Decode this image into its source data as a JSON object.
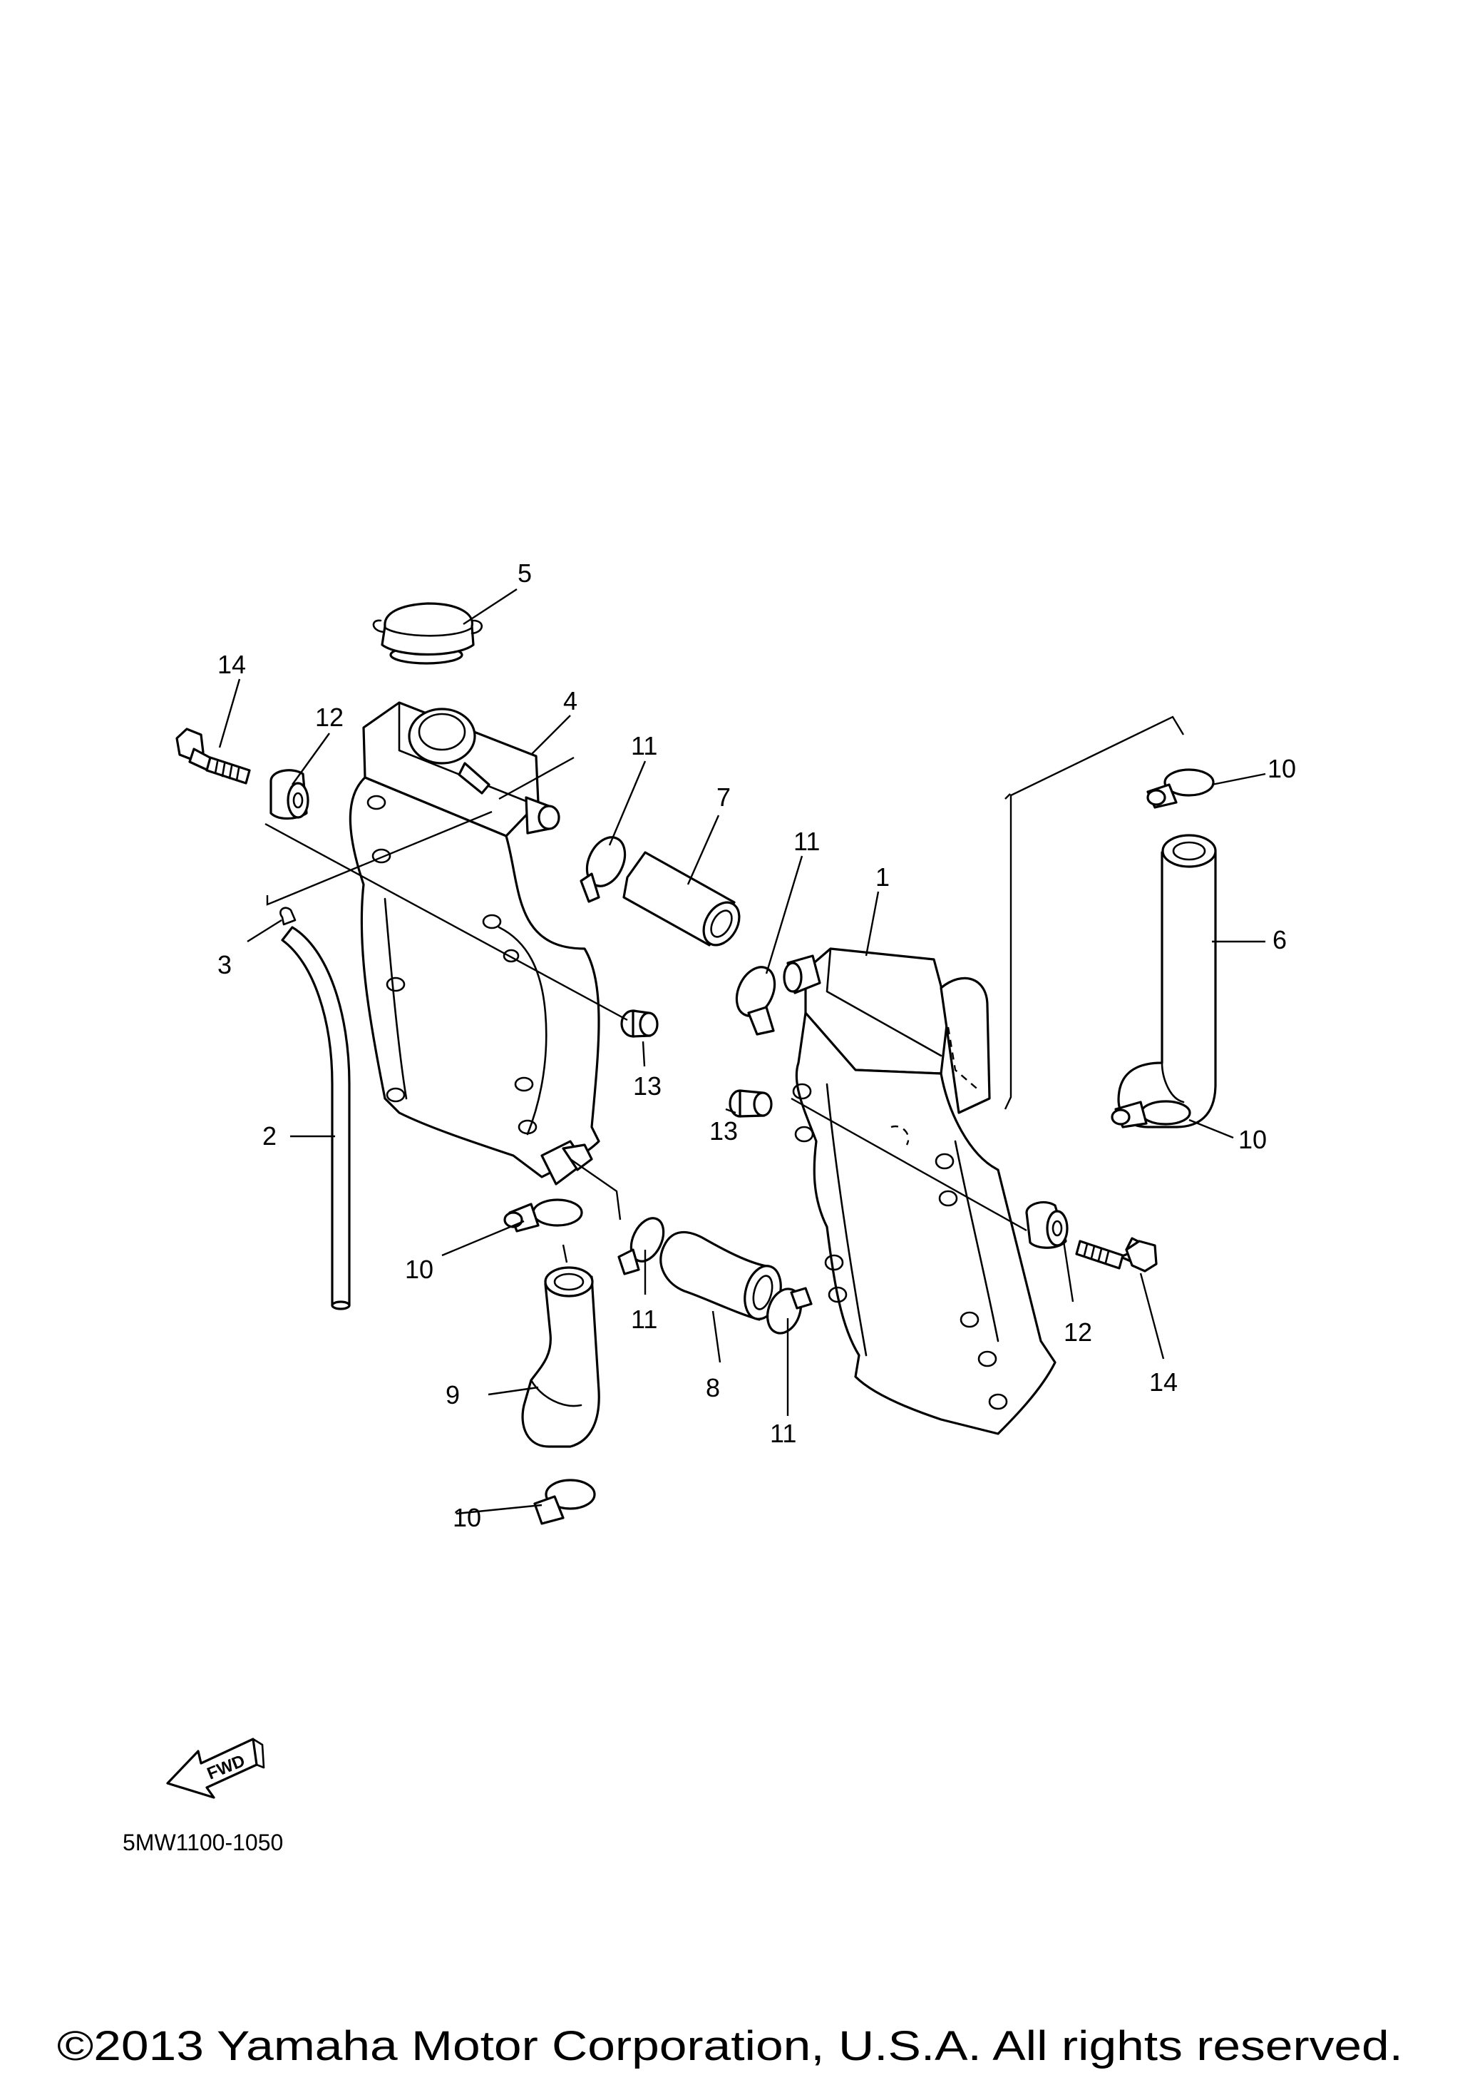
{
  "callouts": {
    "c1": "1",
    "c2": "2",
    "c3": "3",
    "c4": "4",
    "c5": "5",
    "c6": "6",
    "c7": "7",
    "c8": "8",
    "c9": "9",
    "c10": "10",
    "c11": "11",
    "c12": "12",
    "c13": "13",
    "c14": "14"
  },
  "fwd_label": "FWD",
  "diagram_code": "5MW1100-1050",
  "copyright": "©2013 Yamaha Motor Corporation, U.S.A. All rights reserved."
}
